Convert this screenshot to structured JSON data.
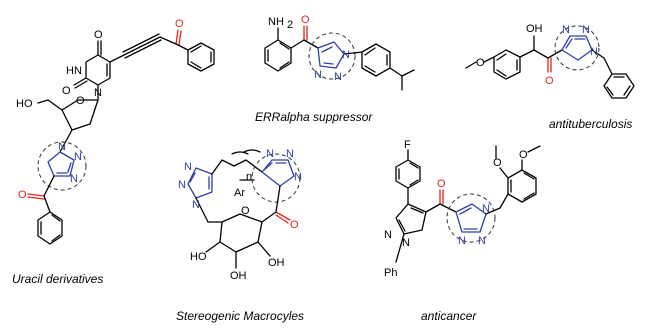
{
  "colors": {
    "bond": "#000000",
    "triazole": "#2f3fa8",
    "carbonyl": "#e0261b",
    "highlight_circle": "#333333"
  },
  "captions": {
    "uracil": "Uracil derivatives",
    "erralpha": "ERRalpha suppressor",
    "antitb": "antituberculosis",
    "macrocycles": "Stereogenic Macrocyles",
    "anticancer": "anticancer"
  },
  "atoms": {
    "uracil": {
      "o_top": "O",
      "hn": "HN",
      "o_left": "O",
      "n_ring": "N",
      "ho": "HO",
      "o_furan": "O",
      "tz_n1": "N",
      "tz_n2": "N",
      "tz_n3": "N",
      "o_carbonyl": "O",
      "o_alkyne": "O"
    },
    "erralpha": {
      "nh2": "NH",
      "nh2_sub": "2",
      "o": "O",
      "tz_n1": "N",
      "tz_n2": "N",
      "tz_n3": "N"
    },
    "antitb": {
      "o_methoxy": "O",
      "oh": "OH",
      "o": "O",
      "tz_n1": "N",
      "tz_n2": "N",
      "tz_n3": "N"
    },
    "macro": {
      "n_label": "n",
      "ar": "Ar",
      "tzl_n1": "N",
      "tzl_n2": "N",
      "tzl_n3": "N",
      "tzr_n1": "N",
      "tzr_n2": "N",
      "tzr_n3": "N",
      "o_ring": "O",
      "o_carbonyl": "O",
      "ho": "HO",
      "oh1": "OH",
      "oh2": "OH"
    },
    "anticancer": {
      "f": "F",
      "o_carbonyl": "O",
      "pz_n1": "N",
      "pz_n2": "N",
      "ph": "Ph",
      "tz_n1": "N",
      "tz_n2": "N",
      "tz_n3": "N",
      "o1": "O",
      "o2": "O"
    }
  }
}
